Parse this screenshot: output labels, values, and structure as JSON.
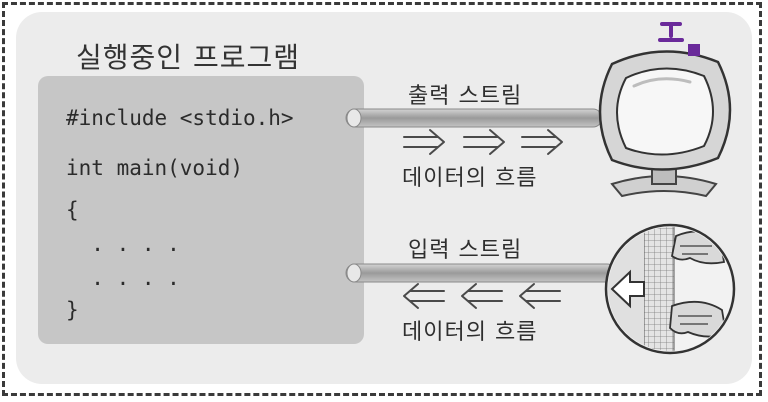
{
  "program": {
    "title": "실행중인 프로그램",
    "code_lines": [
      "#include <stdio.h>",
      "int main(void)",
      "{",
      "  . . . .",
      "  . . . .",
      "}"
    ]
  },
  "output_stream": {
    "label": "출력 스트림",
    "flow_label": "데이터의 흐름",
    "device_icon": "monitor-icon"
  },
  "input_stream": {
    "label": "입력 스트림",
    "flow_label": "데이터의 흐름",
    "device_icon": "keyboard-hands-icon"
  },
  "colors": {
    "panel": "#ececec",
    "code_box": "#c6c6c6",
    "pipe": "#a8a8a8",
    "accent": "#6a2a9a"
  }
}
